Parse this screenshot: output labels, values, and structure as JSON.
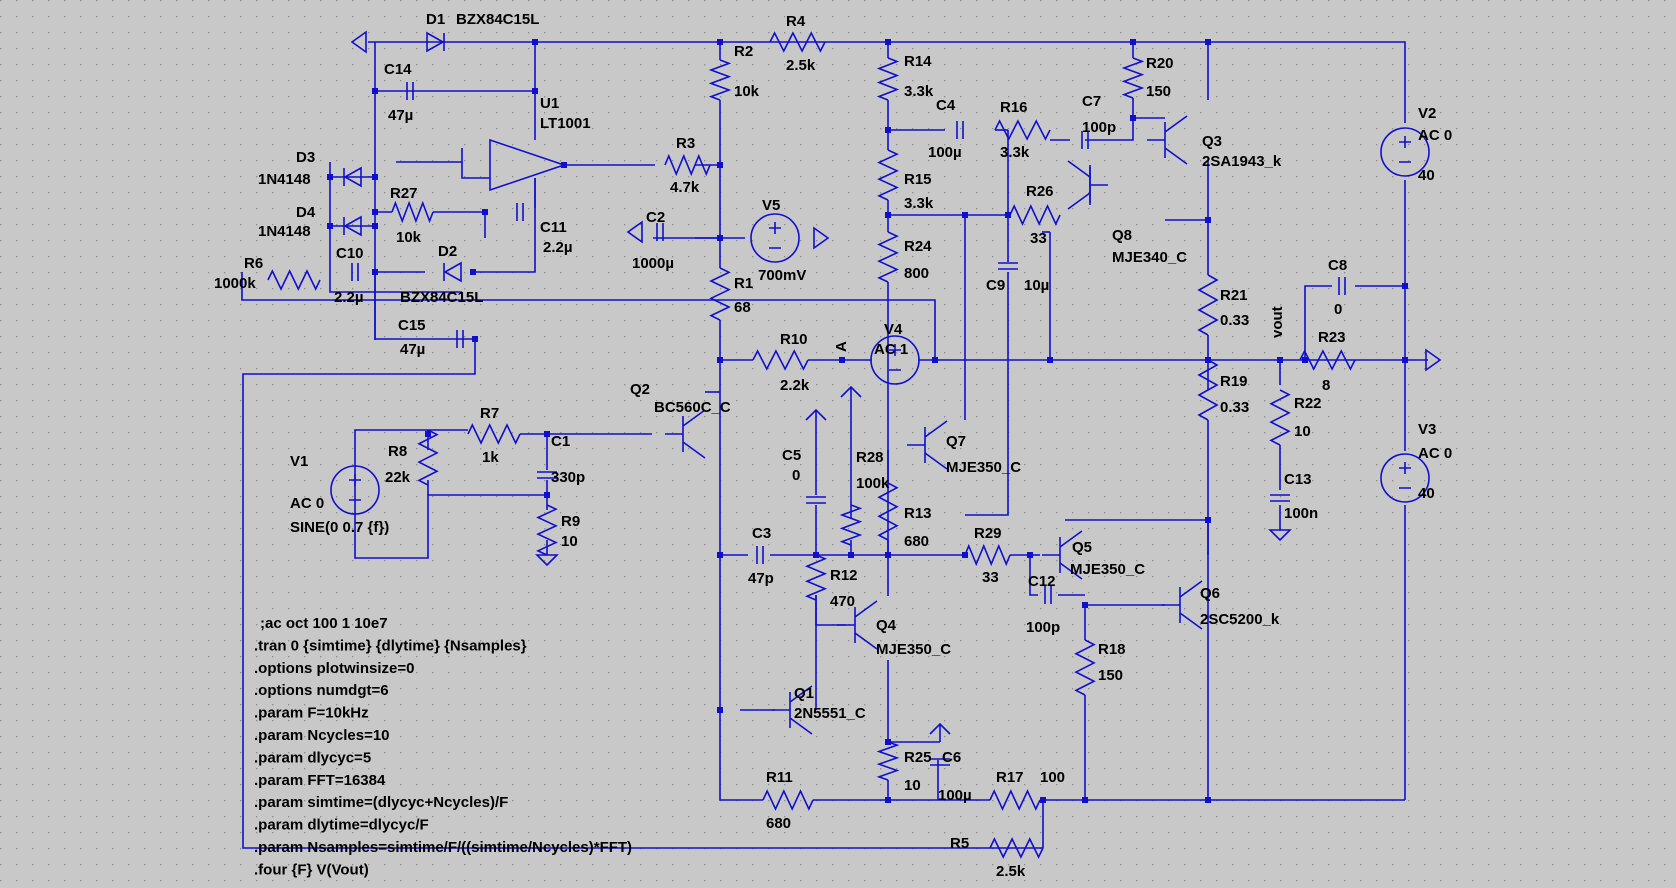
{
  "colors": {
    "background": "#c8c8c8",
    "wire": "#1010cc",
    "text": "#000000",
    "grid": "#8a8a8a"
  },
  "components": [
    {
      "ref": "D1",
      "value": "BZX84C15L"
    },
    {
      "ref": "R4",
      "value": "2.5k"
    },
    {
      "ref": "R2",
      "value": "10k"
    },
    {
      "ref": "C14",
      "value": "47µ"
    },
    {
      "ref": "U1",
      "value": "LT1001"
    },
    {
      "ref": "R14",
      "value": "3.3k"
    },
    {
      "ref": "R20",
      "value": "150"
    },
    {
      "ref": "C4",
      "value": "100µ"
    },
    {
      "ref": "R16",
      "value": "3.3k"
    },
    {
      "ref": "C7",
      "value": "100p"
    },
    {
      "ref": "Q3",
      "value": "2SA1943_k"
    },
    {
      "ref": "D3",
      "value": "1N4148"
    },
    {
      "ref": "R3",
      "value": "4.7k"
    },
    {
      "ref": "R15",
      "value": "3.3k"
    },
    {
      "ref": "R26",
      "value": "33"
    },
    {
      "ref": "D4",
      "value": "1N4148"
    },
    {
      "ref": "R27",
      "value": "10k"
    },
    {
      "ref": "C11",
      "value": "2.2µ"
    },
    {
      "ref": "C2",
      "value": "1000µ"
    },
    {
      "ref": "V5",
      "value": "700mV"
    },
    {
      "ref": "Q8",
      "value": "MJE340_C"
    },
    {
      "ref": "R24",
      "value": "800"
    },
    {
      "ref": "C9",
      "value": "10µ"
    },
    {
      "ref": "R6",
      "value": "1000k"
    },
    {
      "ref": "C10",
      "value": "2.2µ"
    },
    {
      "ref": "D2",
      "value": "BZX84C15L"
    },
    {
      "ref": "R1",
      "value": "68"
    },
    {
      "ref": "R21",
      "value": "0.33"
    },
    {
      "ref": "C8",
      "value": "0"
    },
    {
      "ref": "C15",
      "value": "47µ"
    },
    {
      "ref": "R10",
      "value": "2.2k"
    },
    {
      "ref": "V4",
      "value": "AC 1"
    },
    {
      "ref": "R23",
      "value": "8"
    },
    {
      "ref": "R19",
      "value": "0.33"
    },
    {
      "ref": "Q2",
      "value": "BC560C_C"
    },
    {
      "ref": "R22",
      "value": "10"
    },
    {
      "ref": "R7",
      "value": "1k"
    },
    {
      "ref": "C1",
      "value": "330p"
    },
    {
      "ref": "R8",
      "value": "22k"
    },
    {
      "ref": "C5",
      "value": "0"
    },
    {
      "ref": "R28",
      "value": "100k"
    },
    {
      "ref": "Q7",
      "value": "MJE350_C"
    },
    {
      "ref": "C13",
      "value": "100n"
    },
    {
      "ref": "R9",
      "value": "10"
    },
    {
      "ref": "R13",
      "value": "680"
    },
    {
      "ref": "C3",
      "value": "47p"
    },
    {
      "ref": "R29",
      "value": "33"
    },
    {
      "ref": "Q5",
      "value": "MJE350_C"
    },
    {
      "ref": "R12",
      "value": "470"
    },
    {
      "ref": "C12",
      "value": "100p"
    },
    {
      "ref": "Q4",
      "value": "MJE350_C"
    },
    {
      "ref": "Q6",
      "value": "2SC5200_k"
    },
    {
      "ref": "R18",
      "value": "150"
    },
    {
      "ref": "Q1",
      "value": "2N5551_C"
    },
    {
      "ref": "R25",
      "value": "10"
    },
    {
      "ref": "C6",
      "value": "100µ"
    },
    {
      "ref": "R17",
      "value": "100"
    },
    {
      "ref": "R11",
      "value": "680"
    },
    {
      "ref": "R5",
      "value": "2.5k"
    }
  ],
  "sources": [
    {
      "ref": "V1",
      "lines": [
        "AC 0",
        "SINE(0 0.7 {f})"
      ]
    },
    {
      "ref": "V2",
      "lines": [
        "AC 0",
        "40"
      ]
    },
    {
      "ref": "V3",
      "lines": [
        "AC 0",
        "40"
      ]
    }
  ],
  "net_labels": [
    "A",
    "vout"
  ],
  "directives": [
    ";ac oct 100 1 10e7",
    ".tran 0 {simtime} {dlytime} {Nsamples}",
    ".options plotwinsize=0",
    ".options numdgt=6",
    ".param F=10kHz",
    ".param Ncycles=10",
    ".param dlycyc=5",
    ".param FFT=16384",
    ".param simtime=(dlycyc+Ncycles)/F",
    ".param dlytime=dlycyc/F",
    ".param Nsamples=simtime/F/((simtime/Ncycles)*FFT)",
    ".four {F} V(Vout)"
  ]
}
